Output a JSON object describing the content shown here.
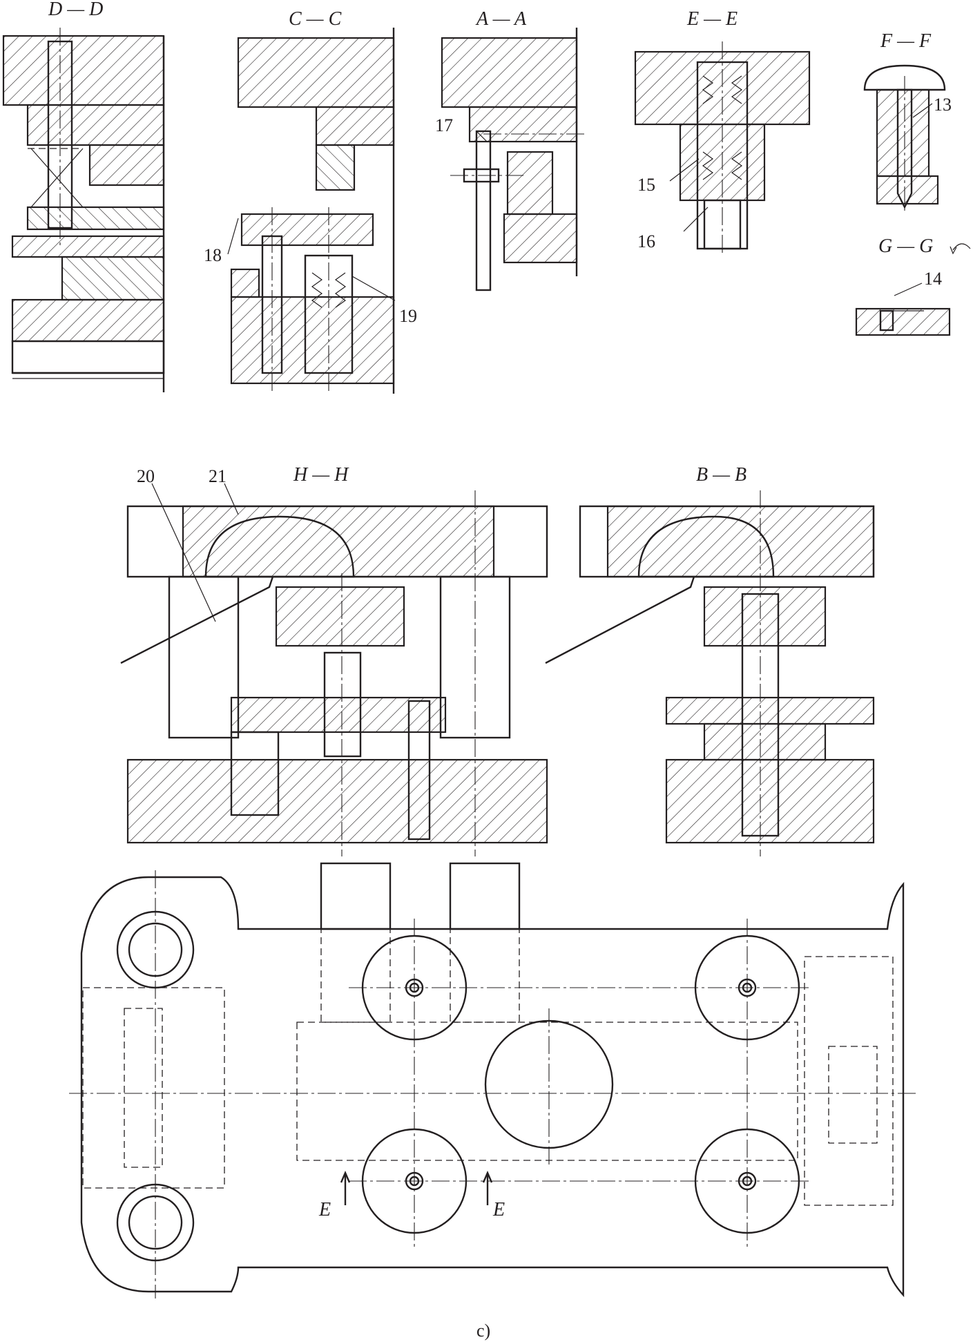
{
  "section_labels": {
    "dd": "D — D",
    "cc": "C — C",
    "aa": "A — A",
    "ee": "E — E",
    "ff": "F — F",
    "gg": "G — G",
    "hh": "H — H",
    "bb": "B — B"
  },
  "part_numbers": {
    "p13": "13",
    "p14": "14",
    "p15": "15",
    "p16": "16",
    "p17": "17",
    "p18": "18",
    "p19": "19",
    "p20": "20",
    "p21": "21"
  },
  "cut_markers": {
    "left": "E",
    "right": "E"
  },
  "caption": "c)"
}
